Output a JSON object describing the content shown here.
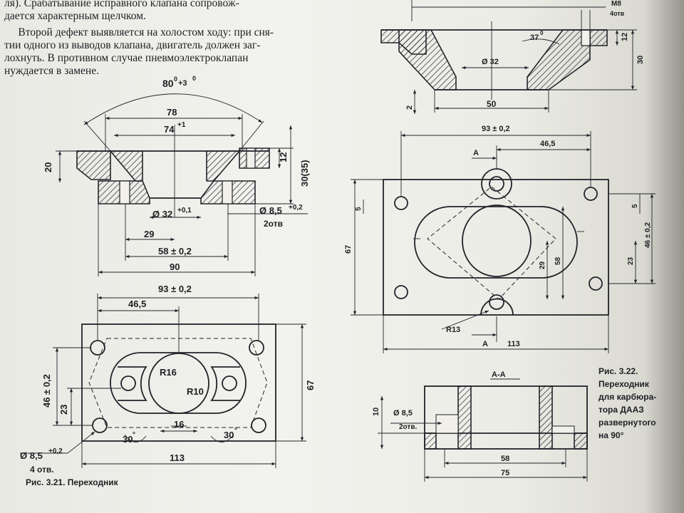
{
  "text": {
    "para1": "ля). Срабатывание исправного клапана сопровож-\nдается характерным щелчком.",
    "para2": "     Второй дефект выявляется на холостом ходу: при сня-\nтии одного из выводов клапана, двигатель должен заг-\nлохнуть. В противном случае пневмоэлектроклапан\nнуждается в замене."
  },
  "captions": {
    "left": "Рис. 3.21. Переходник",
    "right": "Рис. 3.22.\nПереходник\nдля карбюра-\nтора ДААЗ\nразвернутого\nна 90°"
  },
  "left_section": {
    "angle": "80",
    "angle_sup": "0",
    "angle_tol": "+3",
    "angle_tol_sup": "0",
    "d78": "78",
    "d74": "74",
    "d74_tol": "+1",
    "d20": "20",
    "d12": "12",
    "d30": "30(35)",
    "dia32": "Ø 32",
    "dia32_tol": "+0,1",
    "dia85": "Ø 8,5",
    "dia85_tol": "+0,2",
    "holes2": "2отв",
    "d29": "29",
    "d58": "58 ± 0,2",
    "d90": "90"
  },
  "left_plan": {
    "d93": "93 ± 0,2",
    "d46_5": "46,5",
    "r16": "R16",
    "r10": "R10",
    "d46": "46 ± 0,2",
    "d23": "23",
    "d67": "67",
    "d16": "16",
    "a30l": "30",
    "a30r": "30",
    "a30_sup": "°",
    "dia85": "Ø 8,5",
    "dia85_tol": "+0,2",
    "holes4": "4 отв.",
    "d113": "113"
  },
  "right_section": {
    "m8": "M8",
    "holes4": "4отв",
    "d12": "12",
    "d30": "30",
    "a37": "37",
    "a37_sup": "0",
    "dia32": "Ø 32",
    "d2": "2",
    "d50": "50"
  },
  "right_plan": {
    "d93": "93 ± 0,2",
    "d46_5": "46,5",
    "a_top": "А",
    "a_bottom": "А",
    "d67": "67",
    "d5l": "5",
    "d5r": "5",
    "d46": "46 ± 0,2",
    "d23": "23",
    "d29": "29",
    "d58": "58",
    "r13": "R13",
    "d113": "113"
  },
  "right_cut": {
    "title": "А-А",
    "d10": "10",
    "dia85": "Ø 8,5",
    "holes2": "2отв.",
    "d58": "58",
    "d75": "75"
  }
}
